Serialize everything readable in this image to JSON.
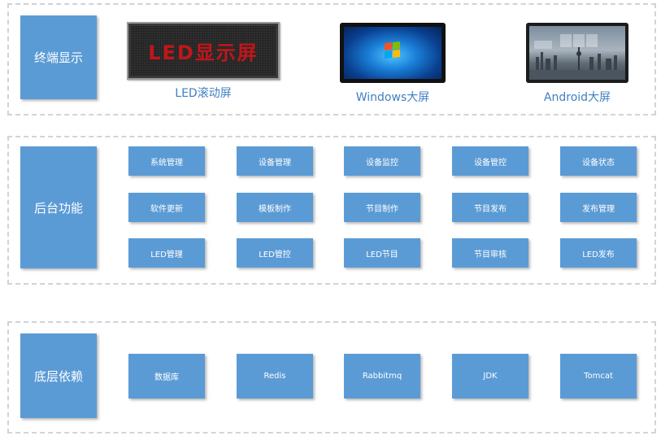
{
  "sections": {
    "terminal": {
      "title": "终端显示",
      "devices": {
        "led": {
          "screen_text": "LED显示屏",
          "label": "LED滚动屏"
        },
        "windows": {
          "label": "Windows大屏"
        },
        "android": {
          "label": "Android大屏"
        }
      }
    },
    "backend": {
      "title": "后台功能",
      "items": [
        "系统管理",
        "设备管理",
        "设备监控",
        "设备管控",
        "设备状态",
        "软件更新",
        "模板制作",
        "节目制作",
        "节目发布",
        "发布管理",
        "LED管理",
        "LED管控",
        "LED节目",
        "节目审核",
        "LED发布"
      ]
    },
    "base": {
      "title": "底层依赖",
      "items": [
        "数据库",
        "Redis",
        "Rabbitmq",
        "JDK",
        "Tomcat"
      ]
    }
  },
  "colors": {
    "box_fill": "#5b9bd5",
    "box_text": "#ffffff",
    "label_text": "#3f7fc0",
    "led_text": "#c0161b",
    "dashed_border": "#cfd4da"
  }
}
